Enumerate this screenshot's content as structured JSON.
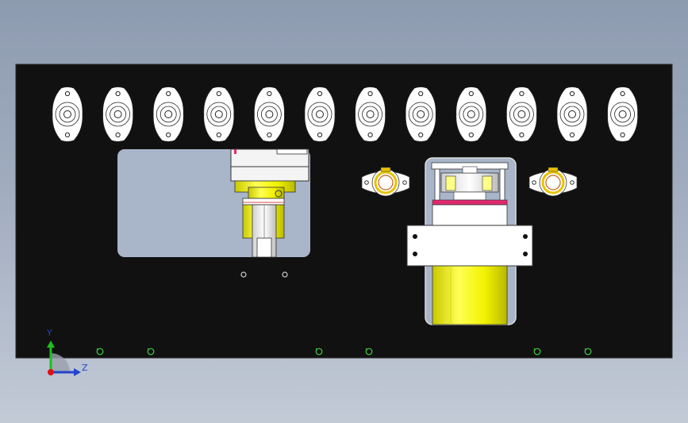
{
  "viewport": {
    "background_top": "#8d9bb0",
    "background_bottom": "#c2cad6"
  },
  "plate": {
    "color": "#111111",
    "edge_color": "#2a2a2a"
  },
  "window": {
    "color": "#a9b5c9"
  },
  "bearings": {
    "count": 12,
    "body_color": "#ffffff",
    "line_color": "#222222"
  },
  "small_flanges": {
    "count": 2,
    "ring_color": "#e8c200"
  },
  "actuator": {
    "top_color": "#ffffff",
    "band_color": "#e0286e",
    "cylinder_color": "#f2f200"
  },
  "screws": {
    "count": 6,
    "color": "#3fcf3f"
  },
  "triad": {
    "y_label": "Y",
    "z_label": "Z",
    "y_color": "#1fbf1f",
    "z_color": "#2244cc",
    "origin_color": "#dd1111"
  }
}
